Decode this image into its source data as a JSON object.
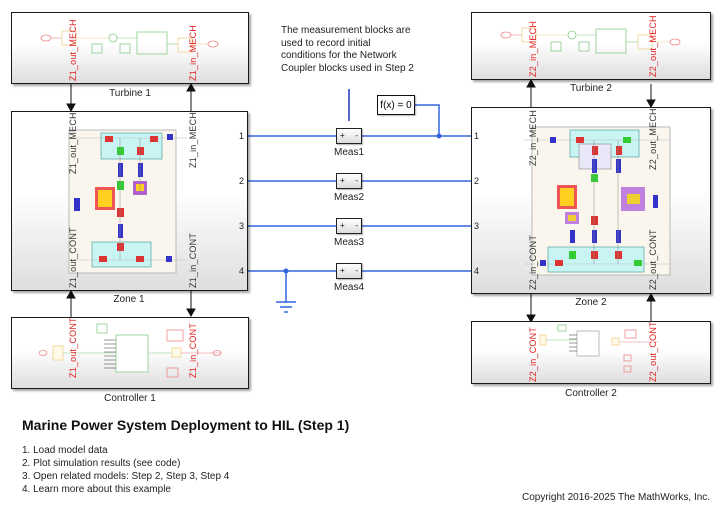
{
  "note": {
    "lines": [
      "The measurement blocks are",
      "used to record initial",
      "conditions for the Network",
      "Coupler blocks used in Step 2"
    ]
  },
  "blocks": {
    "turbine1": {
      "label": "Turbine 1",
      "left_tag": "Z1_out_MECH",
      "right_tag": "Z1_in_MECH"
    },
    "turbine2": {
      "label": "Turbine 2",
      "left_tag": "Z2_in_MECH",
      "right_tag": "Z2_out_MECH"
    },
    "zone1": {
      "label": "Zone 1",
      "tag_top_left": "Z1_out_MECH",
      "tag_top_right": "Z1_in_MECH",
      "tag_bottom_left": "Z1_out_CONT",
      "tag_bottom_right": "Z1_in_CONT",
      "ports": [
        "1",
        "2",
        "3",
        "4"
      ]
    },
    "zone2": {
      "label": "Zone 2",
      "tag_top_left": "Z2_in_MECH",
      "tag_top_right": "Z2_out_MECH",
      "tag_bottom_left": "Z2_in_CONT",
      "tag_bottom_right": "Z2_out_CONT",
      "ports": [
        "1",
        "2",
        "3",
        "4"
      ]
    },
    "controller1": {
      "label": "Controller 1",
      "left_tag": "Z1_out_CONT",
      "right_tag": "Z1_in_CONT"
    },
    "controller2": {
      "label": "Controller 2",
      "left_tag": "Z2_in_CONT",
      "right_tag": "Z2_out_CONT"
    }
  },
  "measurements": [
    {
      "label": "Meas1",
      "plus": "+",
      "minus": "-"
    },
    {
      "label": "Meas2",
      "plus": "+",
      "minus": "-"
    },
    {
      "label": "Meas3",
      "plus": "+",
      "minus": "-"
    },
    {
      "label": "Meas4",
      "plus": "+",
      "minus": "-"
    }
  ],
  "solver": {
    "label": "f(x) = 0"
  },
  "title": "Marine Power System Deployment to HIL (Step 1)",
  "steps": [
    "1. Load model data",
    "2. Plot simulation results (see code)",
    "3. Open related models: Step 2, Step 3, Step 4",
    "4. Learn more about this example"
  ],
  "copyright": "Copyright 2016-2025 The MathWorks, Inc.",
  "colors": {
    "wire_electrical": "#3366dd",
    "wire_signal": "#111111",
    "tag_text": "#e02020"
  }
}
